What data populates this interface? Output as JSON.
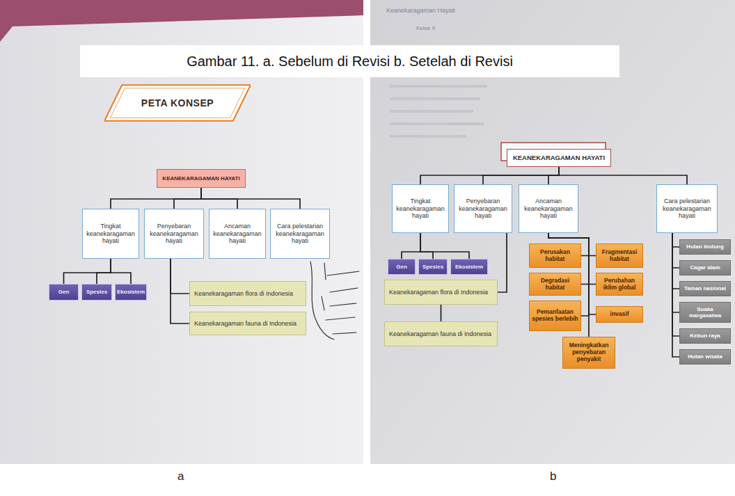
{
  "diagram": {
    "caption": "Gambar 11. a. Sebelum di Revisi b. Setelah di Revisi",
    "nodes": [
      {
        "text": [
          "PETA KONSEP"
        ]
      },
      {
        "text": [
          "KEANEKARAGAMAN HAYATI"
        ]
      },
      {
        "text": [
          "Tingkat keanekaragaman hayati"
        ]
      },
      {
        "text": [
          "Penyebaran keanekaragaman hayati"
        ]
      },
      {
        "text": [
          "Ancaman keanekaragaman hayati"
        ]
      },
      {
        "text": [
          "Cara pelestarian keanekaragaman hayati"
        ]
      },
      {
        "text": [
          "Gen"
        ]
      },
      {
        "text": [
          "Spesies"
        ]
      },
      {
        "text": [
          "Ekosistem"
        ]
      },
      {
        "text": [
          "Keanekaragaman flora di Indonesia"
        ]
      },
      {
        "text": [
          "Keanekaragaman fauna di Indonesia"
        ]
      },
      {
        "text": [
          "KEANEKARAGAMAN HAYATI"
        ]
      },
      {
        "text": [
          "Tingkat keanekaragaman hayati"
        ]
      },
      {
        "text": [
          "Penyebaran keanekaragaman hayati"
        ]
      },
      {
        "text": [
          "Ancaman keanekaragaman hayati"
        ]
      },
      {
        "text": [
          "Cara pelestarian keanekaragaman hayati"
        ]
      },
      {
        "text": [
          "Gen"
        ]
      },
      {
        "text": [
          "Spesies"
        ]
      },
      {
        "text": [
          "Ekosistem"
        ]
      },
      {
        "text": [
          "Keanekaragaman flora di Indonesia"
        ]
      },
      {
        "text": [
          "Keanekaragaman fauna di Indonesia"
        ]
      },
      {
        "text": [
          "Perusakan habitat"
        ]
      },
      {
        "text": [
          "Fragmentasi habitat"
        ]
      },
      {
        "text": [
          "Degradasi habitat"
        ]
      },
      {
        "text": [
          "Perubahan iklim global"
        ]
      },
      {
        "text": [
          "Pemanfaatan spesies berlebih"
        ]
      },
      {
        "text": [
          "invasif"
        ]
      },
      {
        "text": [
          "Meningkatkan penyebaran penyakit"
        ]
      },
      {
        "text": [
          "Hutan lindung"
        ]
      },
      {
        "text": [
          "Cagar alam"
        ]
      },
      {
        "text": [
          "Taman nasional"
        ]
      },
      {
        "text": [
          "Suaka margasatwa"
        ]
      },
      {
        "text": [
          "Kebun raya"
        ]
      },
      {
        "text": [
          "Hutan wisata"
        ]
      }
    ],
    "edges": [
      {
        "from": 1,
        "to": 2,
        "arrow": "none"
      },
      {
        "from": 1,
        "to": 3,
        "arrow": "none"
      },
      {
        "from": 1,
        "to": 4,
        "arrow": "none"
      },
      {
        "from": 1,
        "to": 5,
        "arrow": "none"
      },
      {
        "from": 2,
        "to": 6,
        "arrow": "none"
      },
      {
        "from": 2,
        "to": 7,
        "arrow": "none"
      },
      {
        "from": 2,
        "to": 8,
        "arrow": "none"
      },
      {
        "from": 3,
        "to": 9,
        "arrow": "none"
      },
      {
        "from": 3,
        "to": 10,
        "arrow": "none"
      },
      {
        "from": 11,
        "to": 12,
        "arrow": "none"
      },
      {
        "from": 11,
        "to": 13,
        "arrow": "none"
      },
      {
        "from": 11,
        "to": 14,
        "arrow": "none"
      },
      {
        "from": 11,
        "to": 15,
        "arrow": "none"
      },
      {
        "from": 12,
        "to": 16,
        "arrow": "none"
      },
      {
        "from": 12,
        "to": 17,
        "arrow": "none"
      },
      {
        "from": 12,
        "to": 18,
        "arrow": "none"
      },
      {
        "from": 13,
        "to": 19,
        "arrow": "none"
      },
      {
        "from": 19,
        "to": 20,
        "arrow": "none"
      },
      {
        "from": 14,
        "to": 21,
        "arrow": "none"
      },
      {
        "from": 14,
        "to": 22,
        "arrow": "none"
      },
      {
        "from": 14,
        "to": 23,
        "arrow": "none"
      },
      {
        "from": 14,
        "to": 24,
        "arrow": "none"
      },
      {
        "from": 14,
        "to": 25,
        "arrow": "none"
      },
      {
        "from": 14,
        "to": 26,
        "arrow": "none"
      },
      {
        "from": 14,
        "to": 27,
        "arrow": "none"
      },
      {
        "from": 15,
        "to": 28,
        "arrow": "none"
      },
      {
        "from": 15,
        "to": 29,
        "arrow": "none"
      },
      {
        "from": 15,
        "to": 30,
        "arrow": "none"
      },
      {
        "from": 15,
        "to": 31,
        "arrow": "none"
      },
      {
        "from": 15,
        "to": 32,
        "arrow": "none"
      },
      {
        "from": 15,
        "to": 33,
        "arrow": "none"
      }
    ],
    "labels": [
      "Keanekaragaman Hayati",
      "Kelas X",
      "a",
      "b"
    ]
  }
}
